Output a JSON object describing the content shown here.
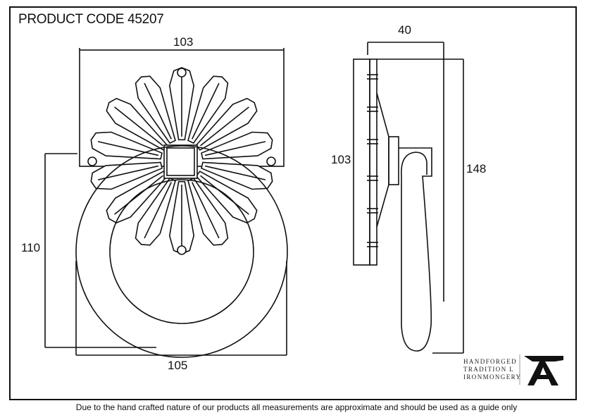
{
  "header": {
    "product_code": "PRODUCT CODE  45207"
  },
  "dimensions": {
    "front_width": "103",
    "front_height": "110",
    "ring_width": "105",
    "side_depth": "40",
    "side_plate_height": "103",
    "side_total_height": "148"
  },
  "logo": {
    "line1": "HANDFORGED",
    "line2": "TRADITION  L",
    "line3": "IRONMONGERY",
    "icon": "anvil-A-icon"
  },
  "footer": {
    "disclaimer": "Due to the hand crafted nature of our products all measurements are approximate and should be used as a guide only"
  }
}
